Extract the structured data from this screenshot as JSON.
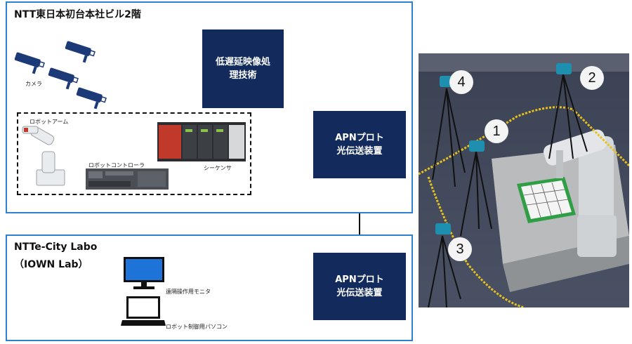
{
  "top_frame": {
    "title": "NTT東日本初台本社ビル2階"
  },
  "bottom_frame": {
    "title_line1": "NTTe-City Labo",
    "title_line2": "（IOWN Lab）"
  },
  "boxes": {
    "processing": {
      "line1": "低遅延映像処",
      "line2": "理技術"
    },
    "apn_top": {
      "line1": "APNプロト",
      "line2": "光伝送装置"
    },
    "apn_bottom": {
      "line1": "APNプロト",
      "line2": "光伝送装置"
    }
  },
  "labels": {
    "camera": "カメラ",
    "robot_arm": "ロボットアーム",
    "robot_controller": "ロボットコントローラ",
    "sequencer": "シーケンサ",
    "monitor": "遠隔操作用モニタ",
    "pc": "ロボット制御用パソコン"
  },
  "photo": {
    "markers": [
      "4",
      "2",
      "1",
      "3"
    ]
  },
  "colors": {
    "frame": "#2f80d0",
    "box": "#122a5c",
    "sequencer_red": "#c0392b",
    "chain": "#e8c21a"
  }
}
